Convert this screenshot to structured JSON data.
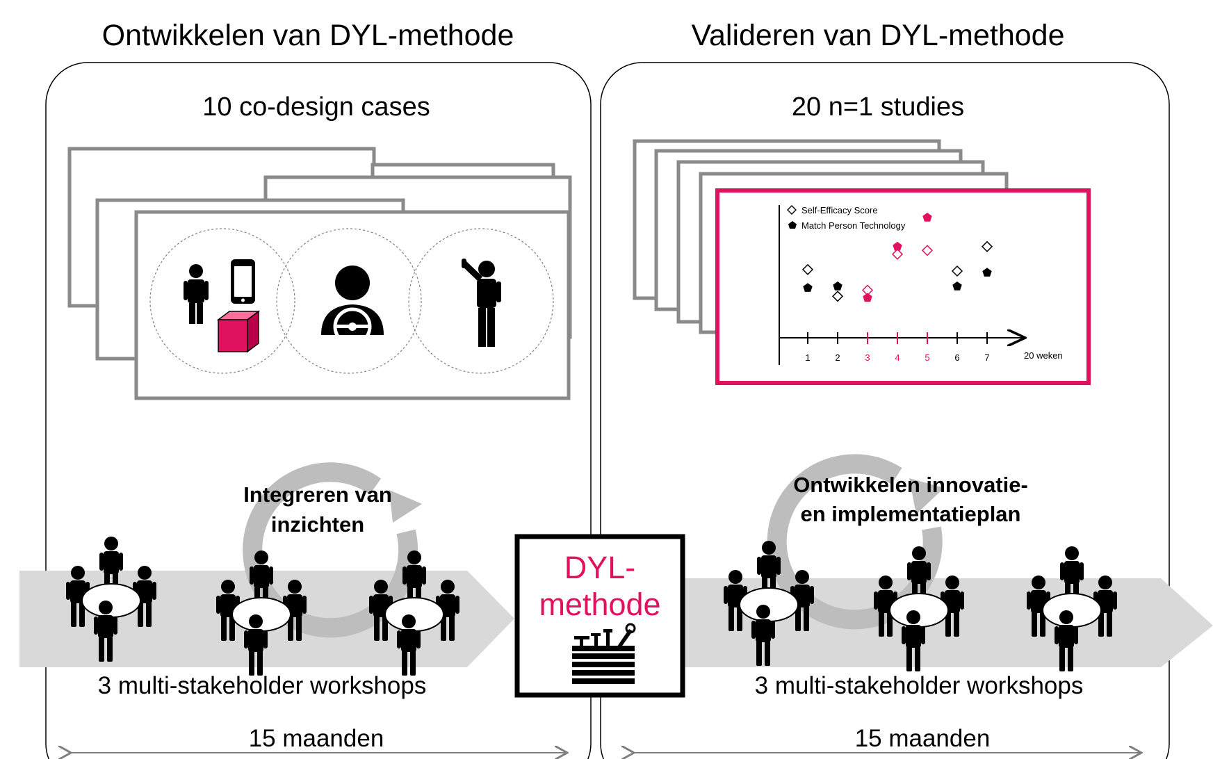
{
  "left_panel": {
    "heading": "Ontwikkelen van DYL-methode",
    "subtitle": "10 co-design cases",
    "cycle_label_1": "Integreren van",
    "cycle_label_2": "inzichten",
    "workshops": "3 multi-stakeholder workshops",
    "duration": "15 maanden"
  },
  "right_panel": {
    "heading": "Valideren van DYL-methode",
    "subtitle": "20 n=1 studies",
    "cycle_label_1": "Ontwikkelen innovatie-",
    "cycle_label_2": "en implementatieplan",
    "workshops": "3 multi-stakeholder workshops",
    "duration": "15 maanden"
  },
  "center_box": {
    "line1": "DYL-",
    "line2": "methode",
    "icon": "toolbox-icon"
  },
  "colors": {
    "accent": "#e0115f",
    "gray": "#808080",
    "arrow_band": "#d9d9d9"
  },
  "chart_data": {
    "type": "scatter",
    "x_ticks": [
      "1",
      "2",
      "3",
      "4",
      "5",
      "6",
      "7"
    ],
    "highlight_ticks": [
      "3",
      "4",
      "5"
    ],
    "x_end_label": "20 weken",
    "series": [
      {
        "name": "Self-Efficacy Score",
        "marker": "diamond-open",
        "x": [
          1,
          2,
          3,
          4,
          5,
          6,
          7
        ],
        "y": [
          0.62,
          0.27,
          0.35,
          0.82,
          0.87,
          0.6,
          0.92
        ]
      },
      {
        "name": "Match Person Technology",
        "marker": "pentagon-filled",
        "x": [
          1,
          2,
          3,
          4,
          5,
          6,
          7
        ],
        "y": [
          0.38,
          0.4,
          0.25,
          0.92,
          1.3,
          0.4,
          0.58
        ]
      }
    ]
  }
}
